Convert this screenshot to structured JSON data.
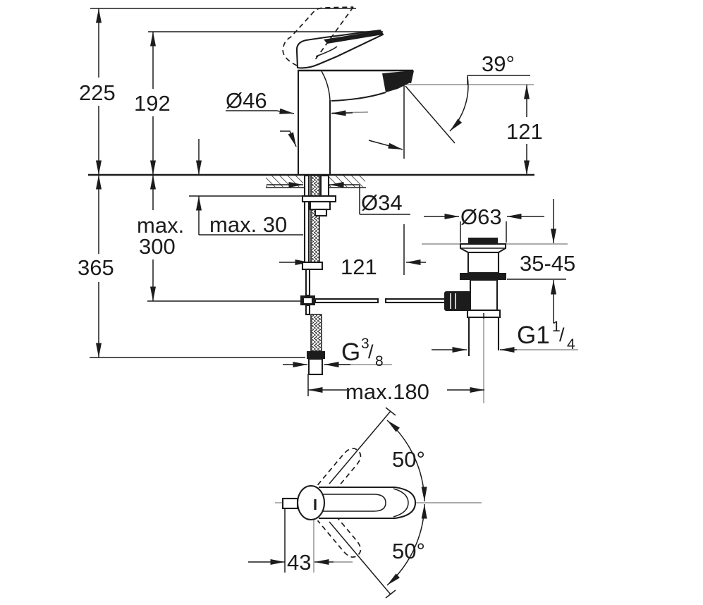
{
  "drawing": {
    "side_view": {
      "overall_height": "225",
      "spout_top_height": "192",
      "body_diameter": "Ø46",
      "spout_angle": "39°",
      "spout_height": "121",
      "shank_diameter": "Ø34",
      "deck_thickness_max": "max. 30",
      "rod_length_max_line1": "max.",
      "rod_length_max_line2": "300",
      "hose_length": "365",
      "spout_reach": "121",
      "flange_diameter": "Ø63",
      "basin_thickness_range": "35-45",
      "rod_distance_max": "max.180",
      "hose_thread": {
        "base": "G",
        "sup": "3",
        "slash": "/",
        "sub": "8"
      },
      "waste_thread": {
        "base": "G1",
        "sup": "1",
        "slash": "/",
        "sub": "4"
      }
    },
    "bottom_view": {
      "handle_swing_upper": "50°",
      "handle_swing_lower": "50°",
      "handle_offset": "43"
    },
    "colors": {
      "line": "#1c1c1c",
      "aux_line": "#8f8f8f",
      "background": "#ffffff"
    }
  }
}
